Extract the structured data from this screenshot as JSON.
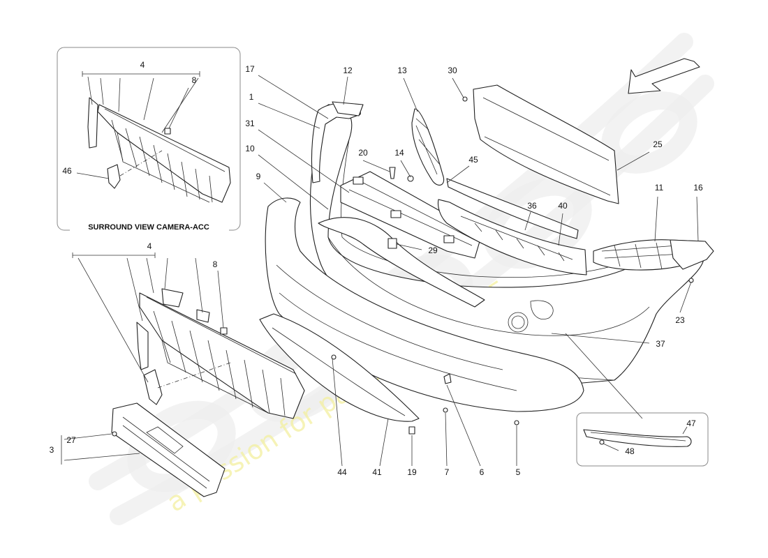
{
  "watermark": {
    "slogan": "a passion for parts since 1985"
  },
  "inset_caption": "SURROUND VIEW CAMERA-ACC",
  "callouts": {
    "n1": "1",
    "n3": "3",
    "n4_inset": "4",
    "n4_main": "4",
    "n5": "5",
    "n6": "6",
    "n7": "7",
    "n8_inset": "8",
    "n8_main": "8",
    "n9": "9",
    "n10": "10",
    "n11": "11",
    "n12": "12",
    "n13": "13",
    "n14": "14",
    "n16": "16",
    "n17": "17",
    "n19": "19",
    "n20": "20",
    "n23": "23",
    "n25": "25",
    "n27": "27",
    "n29": "29",
    "n30": "30",
    "n31": "31",
    "n36": "36",
    "n37": "37",
    "n40": "40",
    "n41": "41",
    "n44": "44",
    "n45": "45",
    "n46": "46",
    "n47": "47",
    "n48": "48"
  }
}
